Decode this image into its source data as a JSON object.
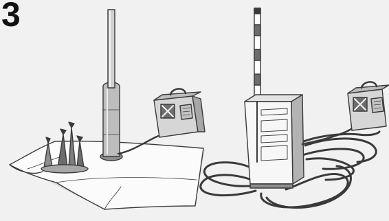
{
  "figure": {
    "step_number": "3"
  },
  "colors": {
    "background": "#f1f1f1",
    "ink": "#3a3a3a",
    "paper": "#fbfbfb",
    "shade": "#bdbdbd",
    "mid": "#a7a7a7",
    "dark": "#6d6d6d"
  },
  "illustrations": [
    {
      "name": "left-scene",
      "items": [
        "cloth",
        "lamp-post",
        "candles-stand",
        "generator"
      ]
    },
    {
      "name": "right-scene",
      "items": [
        "rod-pole",
        "cabinet",
        "coiled-cable",
        "generator"
      ]
    }
  ]
}
